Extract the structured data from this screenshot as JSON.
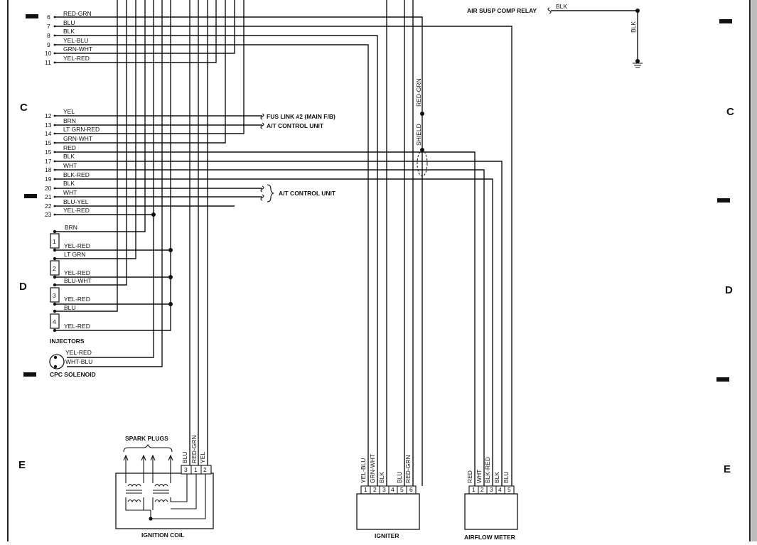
{
  "zones": {
    "left_c": "C",
    "left_d": "D",
    "left_e": "E",
    "right_c": "C",
    "right_d": "D",
    "right_e": "E"
  },
  "pins": [
    {
      "num": "6",
      "wire": "RED-GRN"
    },
    {
      "num": "7",
      "wire": "BLU"
    },
    {
      "num": "8",
      "wire": "BLK"
    },
    {
      "num": "9",
      "wire": "YEL-BLU"
    },
    {
      "num": "10",
      "wire": "GRN-WHT"
    },
    {
      "num": "11",
      "wire": "YEL-RED"
    },
    {
      "num": "12",
      "wire": "YEL"
    },
    {
      "num": "13",
      "wire": "BRN"
    },
    {
      "num": "14",
      "wire": "LT GRN-RED"
    },
    {
      "num": "15",
      "wire": "GRN-WHT"
    },
    {
      "num": "15",
      "wire": "RED"
    },
    {
      "num": "17",
      "wire": "BLK"
    },
    {
      "num": "18",
      "wire": "WHT"
    },
    {
      "num": "19",
      "wire": "BLK-RED"
    },
    {
      "num": "20",
      "wire": "BLK"
    },
    {
      "num": "21",
      "wire": "WHT"
    },
    {
      "num": "22",
      "wire": "BLU-YEL"
    },
    {
      "num": "23",
      "wire": "YEL-RED"
    }
  ],
  "labels": {
    "air_susp": "AIR SUSP COMP RELAY",
    "air_susp_wire": "BLK",
    "air_susp_vert": "BLK",
    "fus_link": "FUS LINK #2 (MAIN F/B)",
    "at_control_1": "A/T CONTROL UNIT",
    "at_control_2": "A/T CONTROL UNIT",
    "shield": "SHIELD",
    "red_grn_vert": "RED-GRN",
    "injectors": "INJECTORS",
    "cpc_solenoid": "CPC SOLENOID",
    "spark_plugs": "SPARK PLUGS",
    "ignition_coil": "IGNITION COIL",
    "igniter": "IGNITER",
    "airflow_meter": "AIRFLOW METER"
  },
  "injectors": [
    {
      "num": "1",
      "top": "BRN",
      "bottom": "YEL-RED"
    },
    {
      "num": "2",
      "top": "LT GRN",
      "bottom": "YEL-RED"
    },
    {
      "num": "3",
      "top": "BLU-WHT",
      "bottom": "YEL-RED"
    },
    {
      "num": "4",
      "top": "BLU",
      "bottom": "YEL-RED"
    }
  ],
  "cpc_wires": [
    "YEL-RED",
    "WHT-BLU"
  ],
  "coil_wires": [
    "BLU",
    "RED-GRN",
    "YEL"
  ],
  "coil_pins": [
    "3",
    "1",
    "2"
  ],
  "igniter_wires": [
    "YEL-BLU",
    "GRN-WHT",
    "BLK",
    "BLU",
    "RED-GRN"
  ],
  "igniter_pins": [
    "1",
    "2",
    "3",
    "4",
    "5",
    "6"
  ],
  "airflow_wires": [
    "RED",
    "WHT",
    "BLK-RED",
    "BLK",
    "BLU"
  ],
  "airflow_pins": [
    "1",
    "2",
    "3",
    "4",
    "5"
  ]
}
